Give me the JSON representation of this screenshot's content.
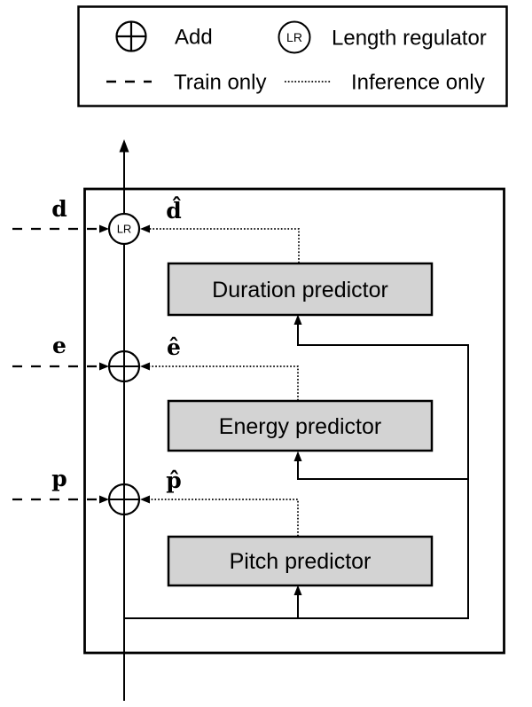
{
  "colors": {
    "line": "#000000",
    "predictor_fill": "#d3d3d3",
    "node_fill": "#ffffff",
    "background": "#ffffff"
  },
  "legend": {
    "add": {
      "icon": "plus-circle-icon",
      "label": "Add"
    },
    "length_regulator": {
      "icon": "lr-circle-icon",
      "circle_text": "LR",
      "label": "Length regulator"
    },
    "train_only": {
      "icon": "dashed-line-sample",
      "label": "Train only"
    },
    "inference_only": {
      "icon": "dotted-line-sample",
      "label": "Inference only"
    }
  },
  "diagram": {
    "lr_node_label": "LR",
    "predictors": {
      "duration": "Duration predictor",
      "energy": "Energy predictor",
      "pitch": "Pitch predictor"
    },
    "ground_truth_labels": {
      "duration": "d",
      "energy": "e",
      "pitch": "p"
    },
    "predicted_labels": {
      "duration": "d̂",
      "energy": "ê",
      "pitch": "p̂"
    },
    "edges": [
      {
        "label": "d",
        "target": "LR node",
        "style": "dashed",
        "meaning": "Train only"
      },
      {
        "label": "d̂",
        "source": "Duration predictor",
        "target": "LR node",
        "style": "dotted",
        "meaning": "Inference only"
      },
      {
        "label": "e",
        "target": "add node",
        "style": "dashed",
        "meaning": "Train only"
      },
      {
        "label": "ê",
        "source": "Energy predictor",
        "target": "add node",
        "style": "dotted",
        "meaning": "Inference only"
      },
      {
        "label": "p",
        "target": "add node",
        "style": "dashed",
        "meaning": "Train only"
      },
      {
        "label": "p̂",
        "source": "Pitch predictor",
        "target": "add node",
        "style": "dotted",
        "meaning": "Inference only"
      },
      {
        "source": "main vertical line",
        "target": "Duration predictor, Energy predictor, Pitch predictor",
        "style": "solid"
      }
    ]
  }
}
